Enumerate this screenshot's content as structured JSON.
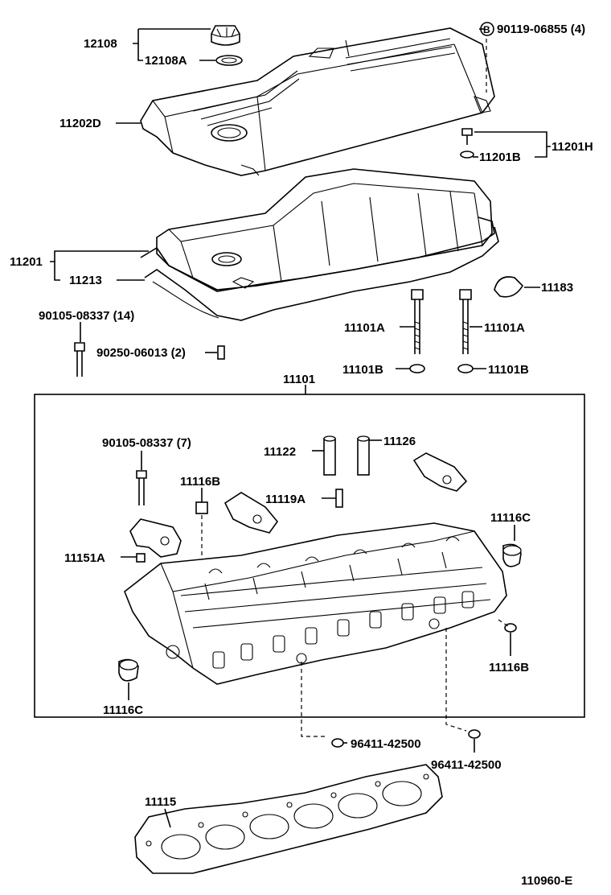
{
  "labels": {
    "l12108": "12108",
    "l12108A": "12108A",
    "l11202D": "11202D",
    "l90119": "90119-06855 (4)",
    "circleB": "B",
    "l11201H": "11201H",
    "l11201B": "11201B",
    "l11201": "11201",
    "l11213": "11213",
    "l11183": "11183",
    "l90105a": "90105-08337 (14)",
    "l90250": "90250-06013 (2)",
    "l11101A_l": "11101A",
    "l11101A_r": "11101A",
    "l11101B_l": "11101B",
    "l11101B_r": "11101B",
    "l11101": "11101",
    "l90105b": "90105-08337 (7)",
    "l11122": "11122",
    "l11126": "11126",
    "l11116B_top": "11116B",
    "l11119A": "11119A",
    "l11116C_r": "11116C",
    "l11151A": "11151A",
    "l11116B_r": "11116B",
    "l11116C_l": "11116C",
    "l96411_l": "96411-42500",
    "l96411_r": "96411-42500",
    "l11115": "11115",
    "diagram_id": "110960-E"
  }
}
